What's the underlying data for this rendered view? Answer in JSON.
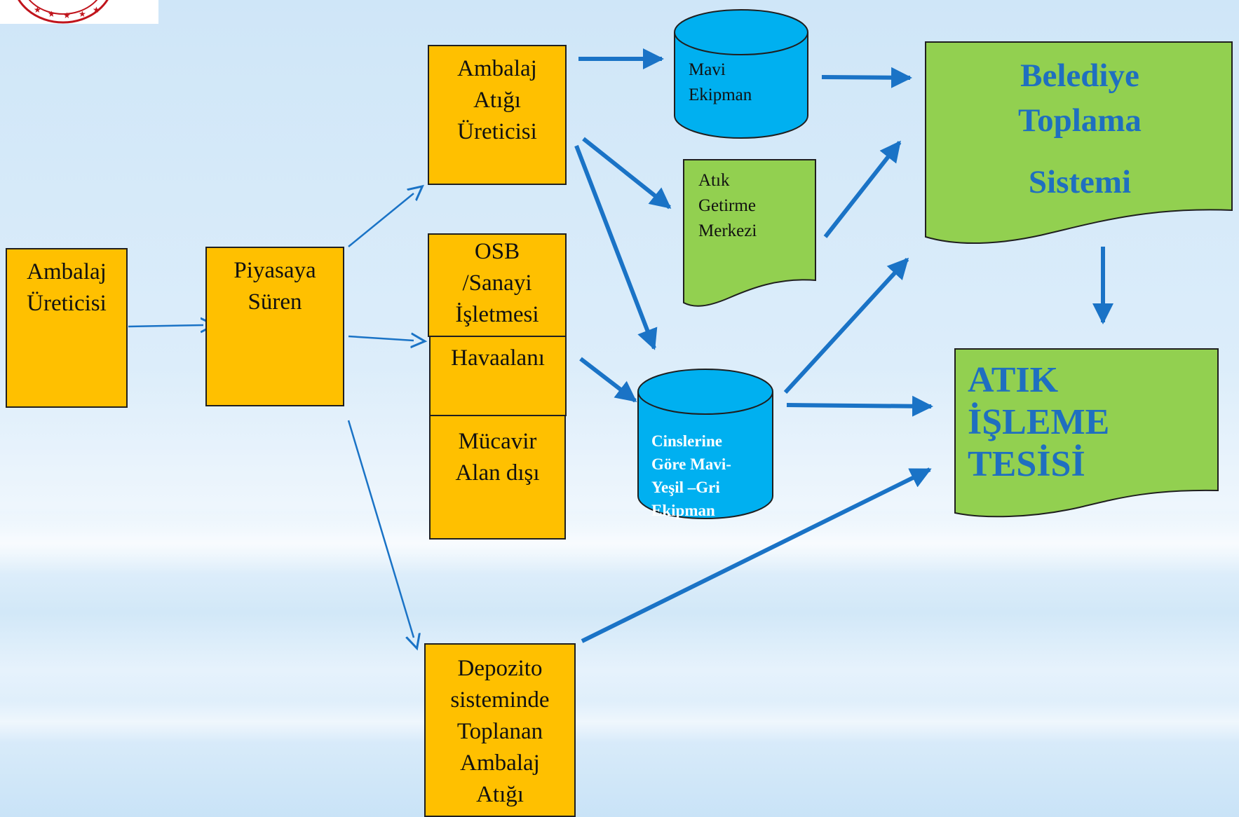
{
  "colors": {
    "box_fill": "#ffc000",
    "cylinder_fill": "#00b0f0",
    "document_fill": "#92d050",
    "arrow": "#1a73c6",
    "big_text": "#1f6fc0"
  },
  "logo": {
    "icon": "seal-logo-icon"
  },
  "nodes": {
    "ambalaj_ureticisi": [
      "Ambalaj",
      "Üreticisi"
    ],
    "piyasaya_suren": [
      "Piyasaya",
      "Süren"
    ],
    "ambalaj_atigi_ureticisi": [
      "Ambalaj",
      "Atığı",
      "Üreticisi"
    ],
    "osb": [
      "OSB",
      "/Sanayi",
      "İşletmesi"
    ],
    "havaalani": [
      "Havaalanı"
    ],
    "mucavir": [
      "Mücavir",
      "Alan dışı"
    ],
    "depozito": [
      "Depozito",
      "sisteminde",
      "Toplanan",
      "Ambalaj",
      "Atığı"
    ],
    "mavi_ekipman": [
      "Mavi",
      "Ekipman"
    ],
    "atik_getirme": [
      "Atık",
      "Getirme",
      "Merkezi"
    ],
    "cinslerine": [
      "Cinslerine",
      "Göre Mavi-",
      "Yeşil –Gri",
      "Ekipman"
    ],
    "belediye": [
      "Belediye",
      "Toplama",
      "Sistemi"
    ],
    "atik_isleme": [
      "ATIK",
      "İŞLEME",
      "TESİSİ"
    ]
  }
}
